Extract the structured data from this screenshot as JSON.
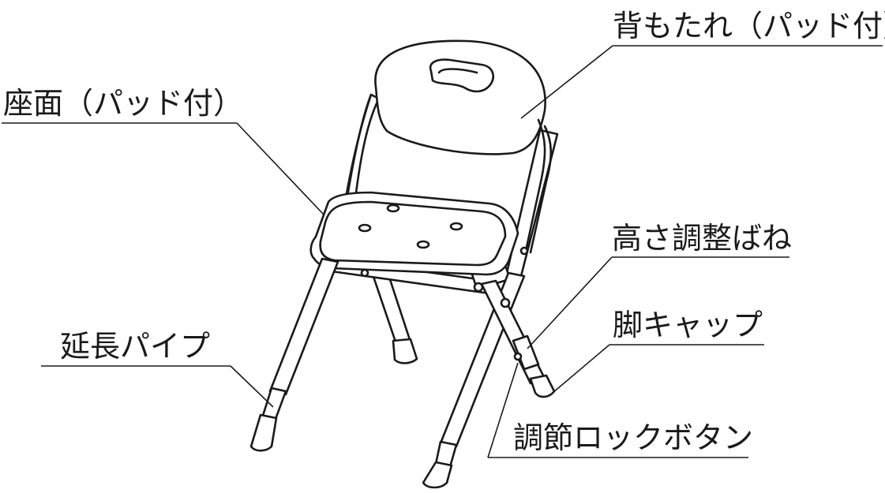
{
  "labels": {
    "backrest": "背もたれ（パッド付）",
    "seat": "座面（パッド付）",
    "height_spring": "高さ調整ばね",
    "leg_cap": "脚キャップ",
    "extension_pipe": "延長パイプ",
    "lock_button": "調節ロックボタン"
  },
  "colors": {
    "line": "#1a1a1a",
    "background": "#ffffff"
  }
}
